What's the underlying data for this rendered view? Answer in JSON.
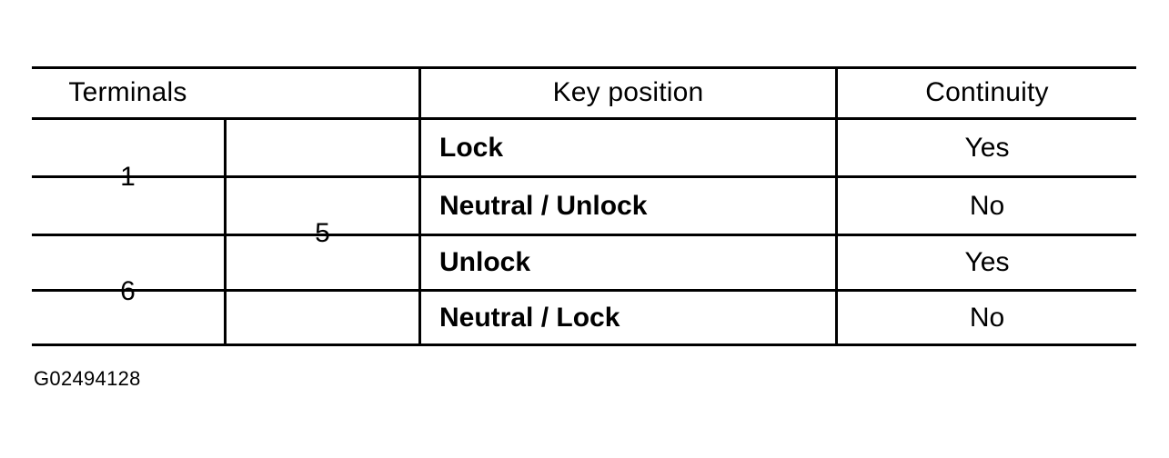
{
  "table": {
    "columns": [
      {
        "key": "terminals",
        "label": "Terminals"
      },
      {
        "key": "key_position",
        "label": "Key position"
      },
      {
        "key": "continuity",
        "label": "Continuity"
      }
    ],
    "terminals": {
      "left_group": [
        {
          "value": "1",
          "rows_spanned": 2
        },
        {
          "value": "6",
          "rows_spanned": 2
        }
      ],
      "right_group": [
        {
          "value": "5",
          "rows_spanned": 4
        }
      ]
    },
    "rows": [
      {
        "key_position": "Lock",
        "continuity": "Yes"
      },
      {
        "key_position": "Neutral / Unlock",
        "continuity": "No"
      },
      {
        "key_position": "Unlock",
        "continuity": "Yes"
      },
      {
        "key_position": "Neutral / Lock",
        "continuity": "No"
      }
    ]
  },
  "caption": {
    "text": "G02494128"
  },
  "colors": {
    "ink": "#000000",
    "paper": "#ffffff"
  }
}
